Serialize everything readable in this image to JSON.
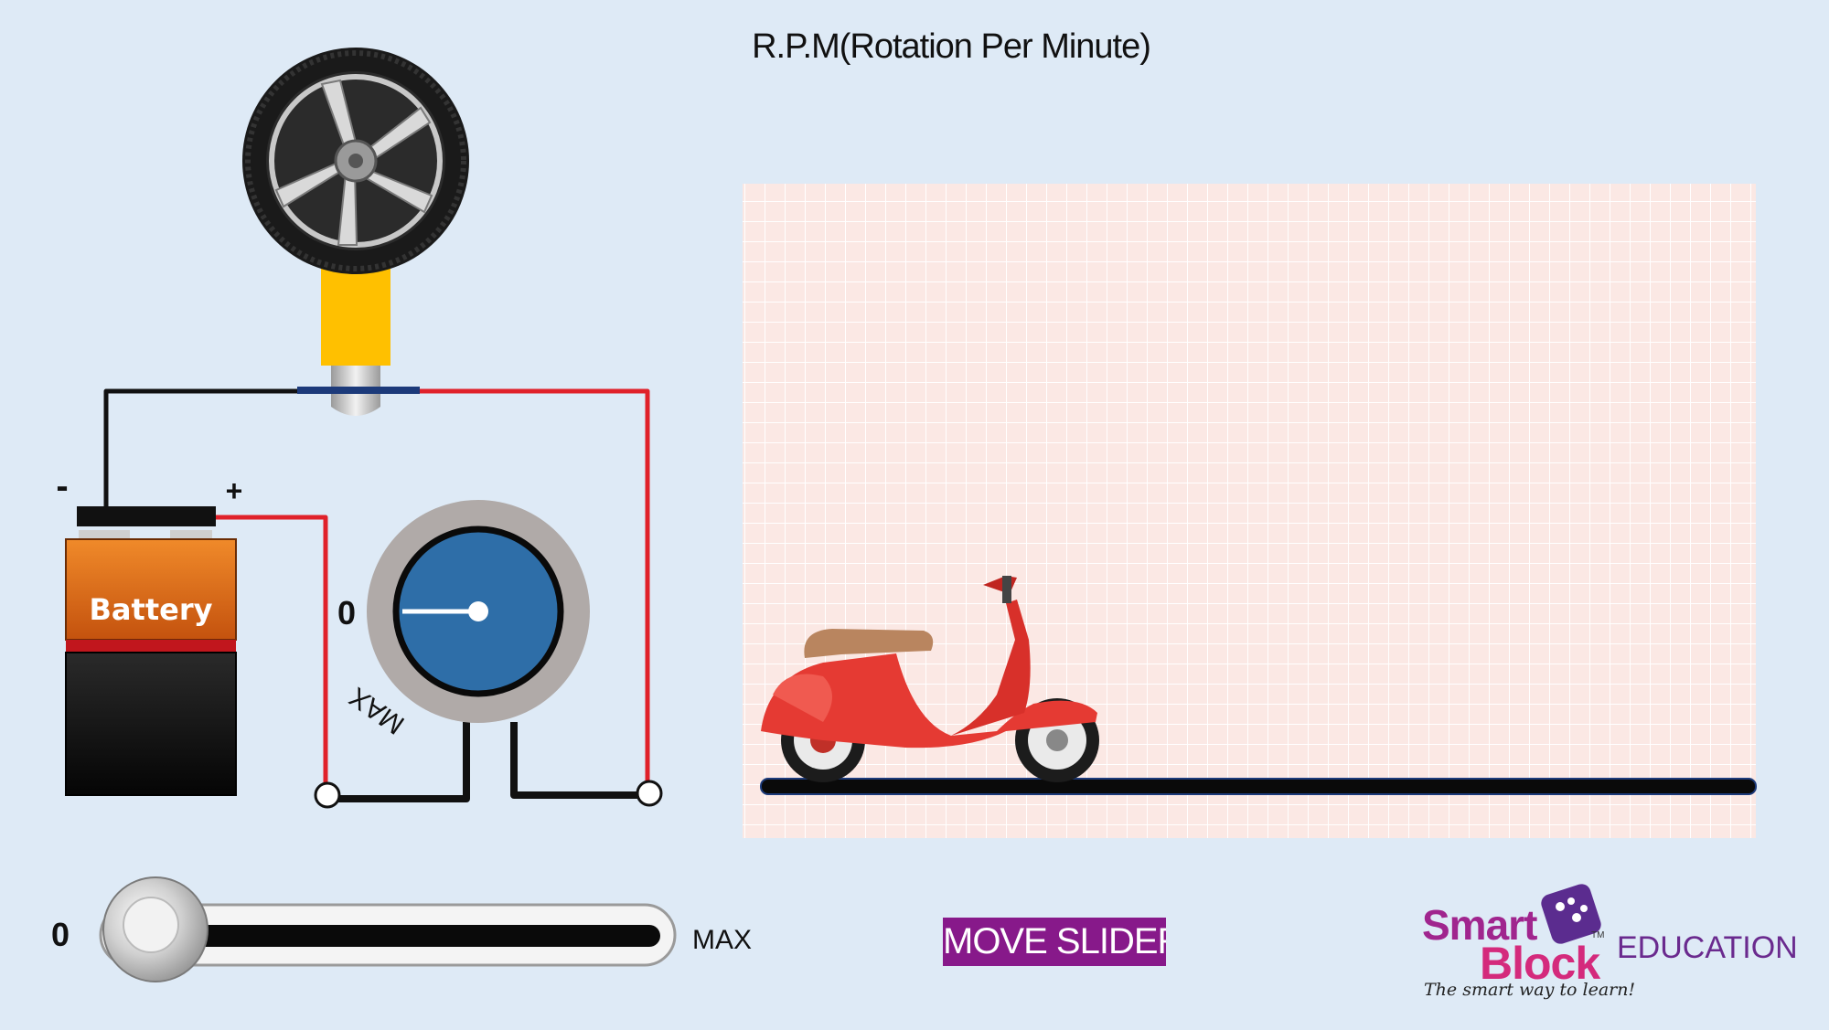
{
  "title": "R.P.M(Rotation Per Minute)",
  "battery": {
    "label": "Battery",
    "minus": "-",
    "plus": "+"
  },
  "knob": {
    "zero_label": "0",
    "max_label": "MAX"
  },
  "slider": {
    "min_label": "0",
    "max_label": "MAX",
    "value": 0
  },
  "action_button": {
    "label": "MOVE SLIDER"
  },
  "logo": {
    "smart": "Smart",
    "block": "Block",
    "trademark": "TM",
    "education": "EDUCATION",
    "tagline": "The smart way to learn!"
  },
  "colors": {
    "background": "#deeaf6",
    "grid_bg": "#fbe8e4",
    "button_bg": "#87198a",
    "wire_red": "#e0212a",
    "wire_black": "#111111",
    "knob_blue": "#2e6ea8",
    "motor_yellow": "#ffc000",
    "scooter_red": "#e53a33"
  }
}
